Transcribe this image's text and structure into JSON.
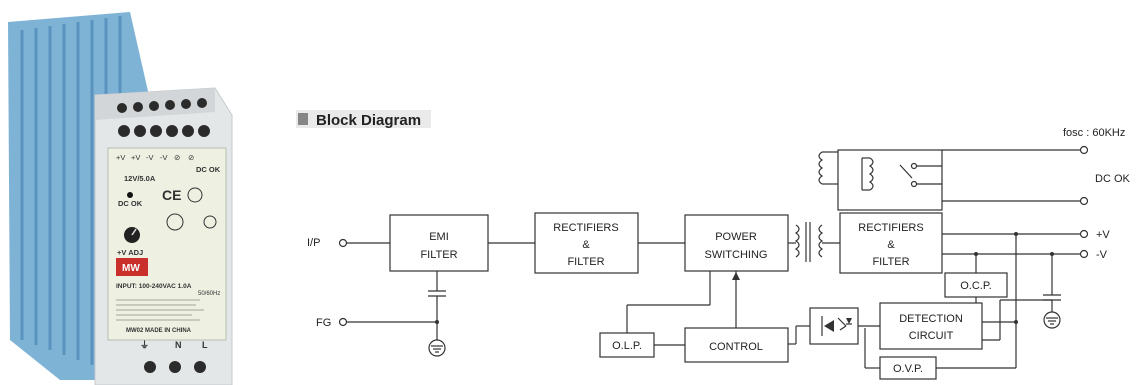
{
  "product": {
    "terminals_top": [
      "+V",
      "+V",
      "-V",
      "-V",
      "⊘",
      "⊘"
    ],
    "model": "12V/5.0A",
    "dc_ok_label": "DC OK",
    "dc_ok_led_label": "DC OK",
    "adj_label": "+V ADJ",
    "brand": "MW",
    "input": "INPUT: 100-240VAC  1.0A",
    "freq": "50/60Hz",
    "made_in": "MW02  MADE IN CHINA",
    "terminals_bottom": [
      "⏚",
      "N",
      "L"
    ]
  },
  "diagram": {
    "title": "Block Diagram",
    "fosc": "fosc : 60KHz",
    "dc_ok": "DC OK",
    "ip": "I/P",
    "fg": "FG",
    "plus_v": "+V",
    "minus_v": "-V",
    "blocks": {
      "emi_1": "EMI",
      "emi_2": "FILTER",
      "rect1_1": "RECTIFIERS",
      "rect1_2": "&",
      "rect1_3": "FILTER",
      "psw_1": "POWER",
      "psw_2": "SWITCHING",
      "rect2_1": "RECTIFIERS",
      "rect2_2": "&",
      "rect2_3": "FILTER",
      "ocp": "O.C.P.",
      "det_1": "DETECTION",
      "det_2": "CIRCUIT",
      "olp": "O.L.P.",
      "control": "CONTROL",
      "ovp": "O.V.P."
    }
  }
}
